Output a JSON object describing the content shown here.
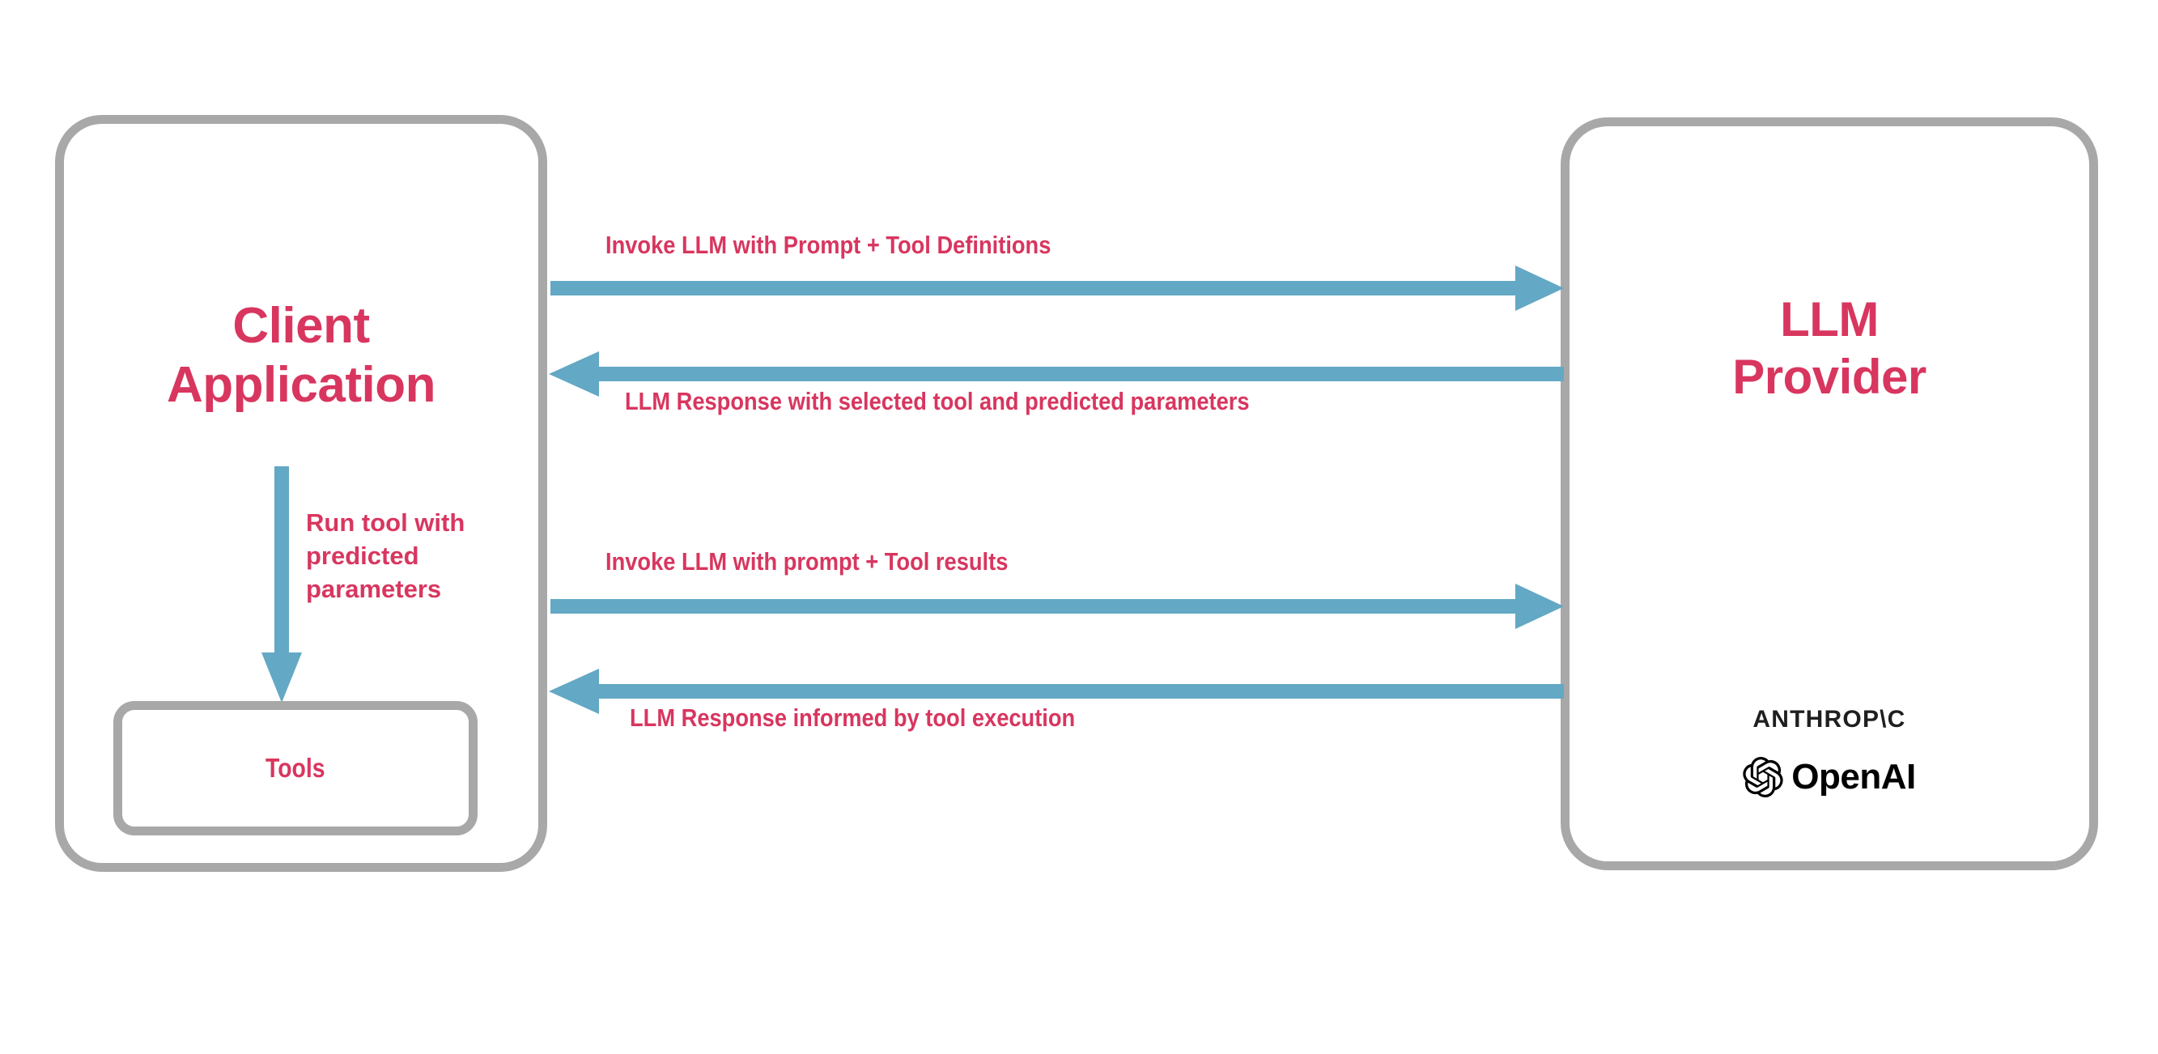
{
  "diagram": {
    "title": "LLM tool-calling sequence between a client application and an LLM provider",
    "colors": {
      "accent_text": "#d8365f",
      "arrow": "#63a8c4",
      "box_border": "#a8a8a8",
      "logo_text": "#1f1f1f",
      "background": "#ffffff"
    }
  },
  "client": {
    "title": "Client\nApplication",
    "tools_label": "Tools",
    "run_tool_label": "Run tool with\npredicted\nparameters"
  },
  "provider": {
    "title": "LLM\nProvider",
    "logos": {
      "anthropic": "ANTHROP\\C",
      "openai": "OpenAI"
    }
  },
  "messages": [
    {
      "id": "invoke-1",
      "label": "Invoke LLM with Prompt + Tool Definitions",
      "direction": "client-to-provider"
    },
    {
      "id": "response-1",
      "label": "LLM Response with selected tool and predicted parameters",
      "direction": "provider-to-client"
    },
    {
      "id": "invoke-2",
      "label": "Invoke LLM with prompt + Tool results",
      "direction": "client-to-provider"
    },
    {
      "id": "response-2",
      "label": "LLM Response informed by tool execution",
      "direction": "provider-to-client"
    }
  ]
}
